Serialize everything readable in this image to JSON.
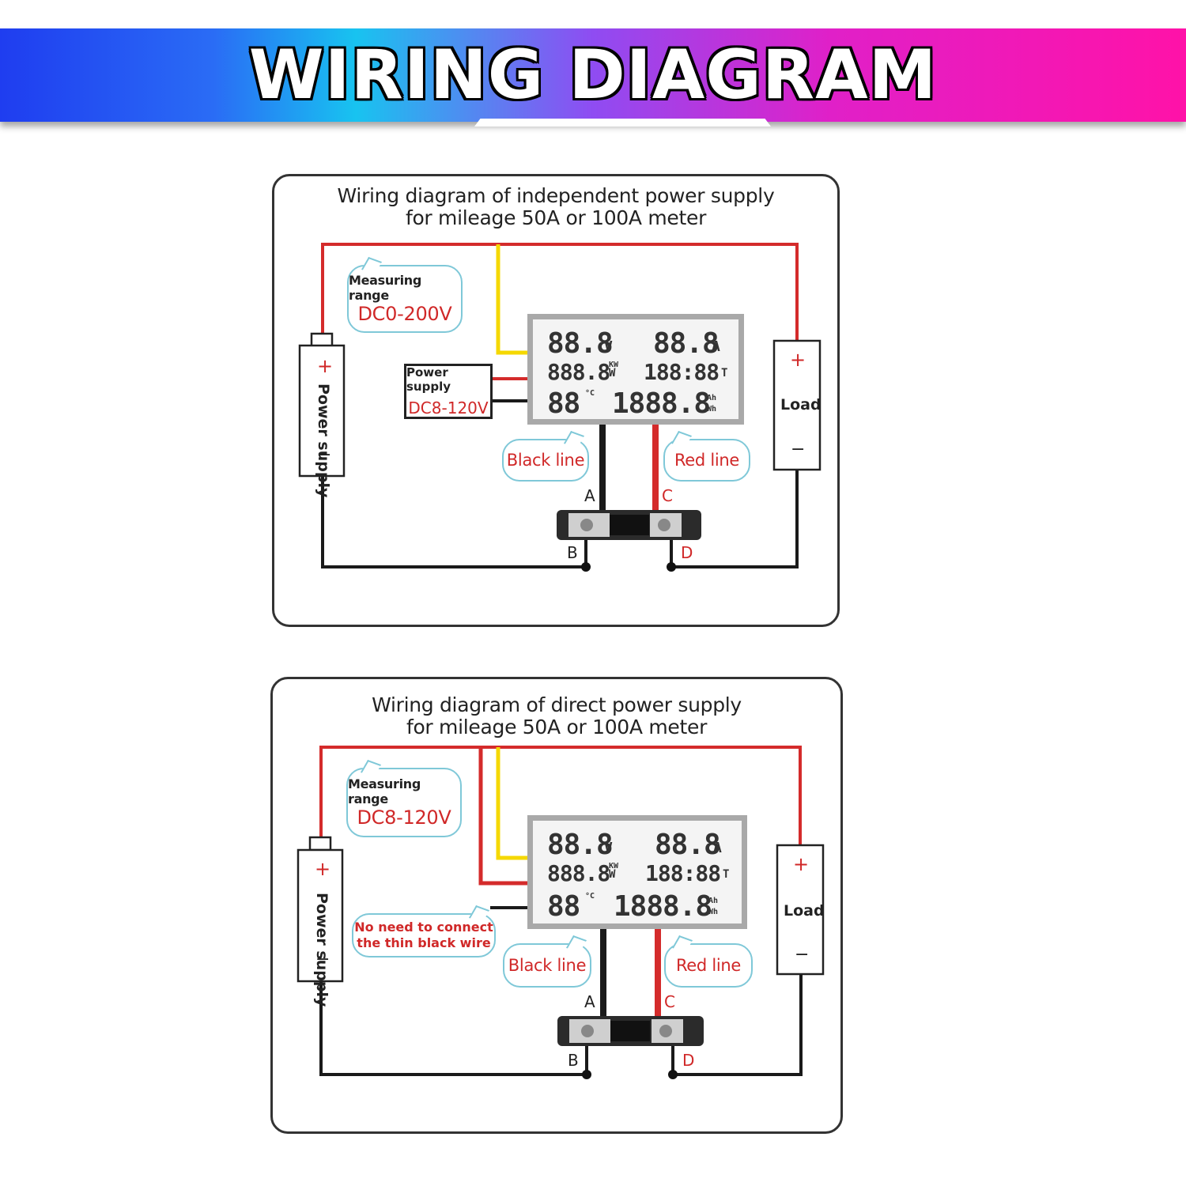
{
  "banner": {
    "title": "WIRING DIAGRAM"
  },
  "colors": {
    "red_wire": "#d42b2b",
    "yellow_wire": "#f5d800",
    "black_wire": "#1a1a1a",
    "bubble_border": "#7fc8d8",
    "label_red": "#d02828"
  },
  "diagrams": [
    {
      "title_line1": "Wiring diagram of independent power supply",
      "title_line2": "for mileage 50A or 100A meter",
      "measuring_label": "Measuring range",
      "measuring_value": "DC0-200V",
      "supply_box_label": "Power supply",
      "supply_box_value": "DC8-120V",
      "battery_label": "Power supply",
      "battery_plus": "+",
      "battery_minus": "−",
      "load_label": "Load",
      "load_plus": "+",
      "load_minus": "−",
      "black_line": "Black line",
      "red_line": "Red line",
      "terminals": {
        "a": "A",
        "b": "B",
        "c": "C",
        "d": "D"
      },
      "lcd": {
        "volt": "88.8",
        "volt_unit": "V",
        "amp": "88.8",
        "amp_unit": "A",
        "power": "888.8",
        "power_unit_top": "KW",
        "power_unit_bottom": "W",
        "time": "188:88",
        "time_unit": "T",
        "temp": "88",
        "temp_unit": "°C",
        "energy": "1888.8",
        "energy_unit_top": "Ah",
        "energy_unit_bottom": "Wh"
      }
    },
    {
      "title_line1": "Wiring diagram of direct power supply",
      "title_line2": "for mileage 50A or 100A meter",
      "measuring_label": "Measuring range",
      "measuring_value": "DC8-120V",
      "note_line1": "No need to connect",
      "note_line2": "the thin black wire",
      "battery_label": "Power supply",
      "battery_plus": "+",
      "battery_minus": "−",
      "load_label": "Load",
      "load_plus": "+",
      "load_minus": "−",
      "black_line": "Black line",
      "red_line": "Red line",
      "terminals": {
        "a": "A",
        "b": "B",
        "c": "C",
        "d": "D"
      },
      "lcd": {
        "volt": "88.8",
        "volt_unit": "V",
        "amp": "88.8",
        "amp_unit": "A",
        "power": "888.8",
        "power_unit_top": "KW",
        "power_unit_bottom": "W",
        "time": "188:88",
        "time_unit": "T",
        "temp": "88",
        "temp_unit": "°C",
        "energy": "1888.8",
        "energy_unit_top": "Ah",
        "energy_unit_bottom": "Wh"
      }
    }
  ]
}
